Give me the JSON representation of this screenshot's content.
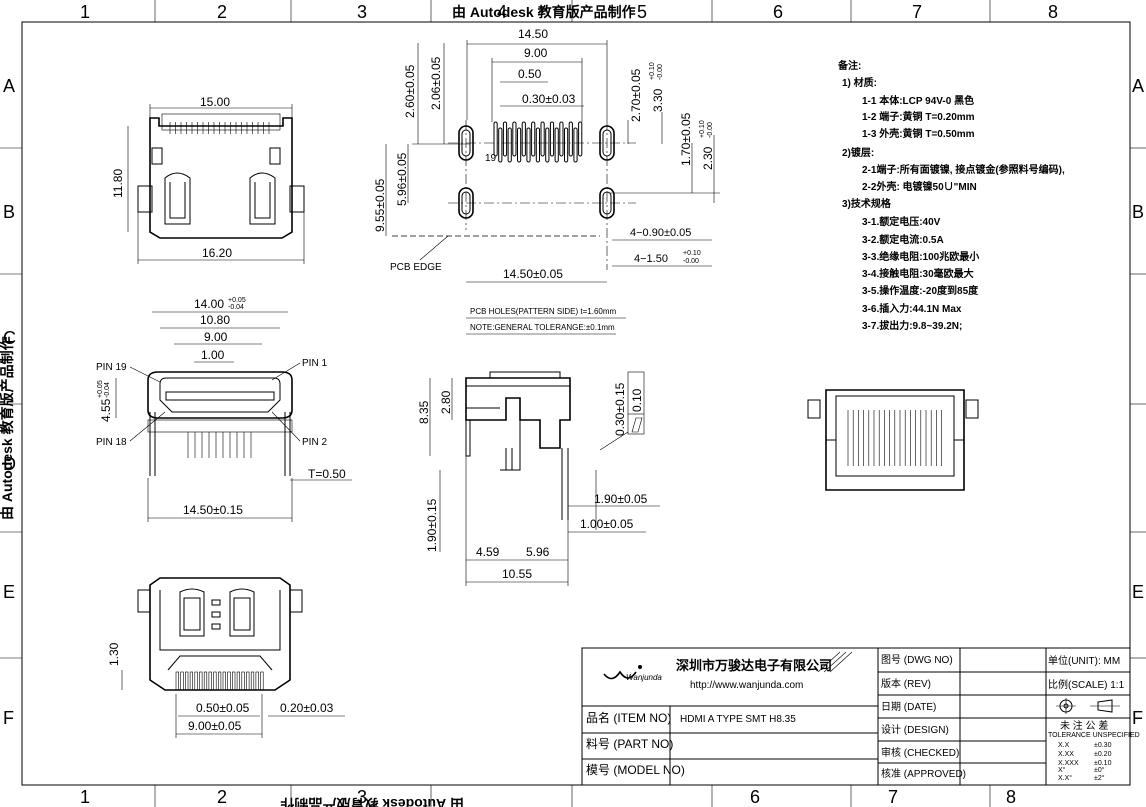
{
  "watermark": {
    "text": "由 Autodesk 教育版产品制作"
  },
  "grid": {
    "columns": [
      "1",
      "2",
      "3",
      "4",
      "5",
      "6",
      "7",
      "8"
    ],
    "rows": [
      "A",
      "B",
      "C",
      "D",
      "E",
      "F"
    ]
  },
  "views": {
    "top": {
      "dim_width_top": "15.00",
      "dim_width_bottom": "16.20",
      "dim_height": "11.80"
    },
    "front": {
      "dim_total": "14.00",
      "dim_total_tol_upper": "+0.05",
      "dim_total_tol_lower": "-0.04",
      "dim_inner": "10.80",
      "dim_opening": "9.00",
      "dim_pitch": "1.00",
      "dim_height": "4.55",
      "dim_height_tol_upper": "+0.05",
      "dim_height_tol_lower": "-0.04",
      "dim_thickness": "T=0.50",
      "dim_width_bottom": "14.50±0.15",
      "pin19": "PIN 19",
      "pin1": "PIN 1",
      "pin18": "PIN 18",
      "pin2": "PIN 2"
    },
    "pcb": {
      "dim_total": "14.50",
      "dim_pins": "9.00",
      "dim_pitch": "0.50",
      "dim_pad": "0.30±0.03",
      "dim_left_1": "2.60±0.05",
      "dim_left_2": "2.06±0.05",
      "dim_right_1": "2.70±0.05",
      "dim_right_2_value": "3.30",
      "dim_right_2_tol_upper": "+0.10",
      "dim_right_2_tol_lower": "-0.00",
      "dim_right_3": "1.70±0.05",
      "dim_right_4_value": "2.30",
      "dim_right_4_tol_upper": "+0.10",
      "dim_right_4_tol_lower": "-0.00",
      "dim_depth_1": "9.55±0.05",
      "dim_depth_2": "5.96±0.05",
      "dim_hole_1": "4−0.90±0.05",
      "dim_hole_2_value": "4−1.50",
      "dim_hole_2_tol_upper": "+0.10",
      "dim_hole_2_tol_lower": "-0.00",
      "dim_bottom": "14.50±0.05",
      "pin_label": "19",
      "edge_label": "PCB EDGE",
      "note_holes": "PCB HOLES(PATTERN SIDE) t=1.60mm",
      "note_tolerance": "NOTE:GENERAL TOLERANGE:±0.1mm"
    },
    "side": {
      "dim_total_height": "8.35",
      "dim_upper": "2.80",
      "dim_flat": "0.30±0.15",
      "dim_flat_symbol": "0.10",
      "dim_leg_1": "1.90±0.05",
      "dim_leg_2": "1.00±0.05",
      "dim_leg_height": "1.90±0.15",
      "dim_a": "4.59",
      "dim_b": "5.96",
      "dim_total_width": "10.55"
    },
    "bottom": {
      "dim_height": "1.30",
      "dim_pitch": "0.50±0.05",
      "dim_pad": "0.20±0.03",
      "dim_total": "9.00±0.05"
    }
  },
  "notes": {
    "title": "备注:",
    "lines": [
      "1) 材质:",
      "1-1 本体:LCP 94V-0 黑色",
      "1-2 端子:黄铜 T=0.20mm",
      "1-3 外壳:黄铜 T=0.50mm",
      "2)镀层:",
      "2-1端子:所有面镀镍, 接点镀金(参照料号编码),",
      "2-2外壳: 电镀镍50∪\"MIN",
      "3)技术规格",
      "3-1.额定电压:40V",
      "3-2.额定电流:0.5A",
      "3-3.绝缘电阻:100兆欧最小",
      "3-4.接触电阻:30毫欧最大",
      "3-5.操作温度:-20度到85度",
      "3-6.插入力:44.1N Max",
      "3-7.拔出力:9.8~39.2N;"
    ]
  },
  "title_block": {
    "logo_text": "Wanjunda",
    "company": "深圳市万骏达电子有限公司",
    "url": "http://www.wanjunda.com",
    "item_no_label": "品名 (ITEM NO)",
    "item_no_value": "HDMI A TYPE SMT H8.35",
    "part_no_label": "料号 (PART NO)",
    "model_no_label": "模号 (MODEL NO)",
    "dwg_no_label": "图号 (DWG NO)",
    "rev_label": "版本 (REV)",
    "date_label": "日期 (DATE)",
    "design_label": "设计 (DESIGN)",
    "checked_label": "审核 (CHECKED)",
    "approved_label": "核准 (APPROVED)",
    "unit_label": "单位(UNIT): MM",
    "scale_label": "比例(SCALE) 1:1",
    "tol_title": "未 注 公 差",
    "tol_subtitle": "TOLERANCE UNSPECIFIED",
    "tol_rows": [
      {
        "k": "X.X",
        "v": "±0.30"
      },
      {
        "k": "X.XX",
        "v": "±0.20"
      },
      {
        "k": "X.XXX",
        "v": "±0.10"
      },
      {
        "k": "X°",
        "v": "±0°"
      },
      {
        "k": "X.X°",
        "v": "±2°"
      }
    ]
  }
}
